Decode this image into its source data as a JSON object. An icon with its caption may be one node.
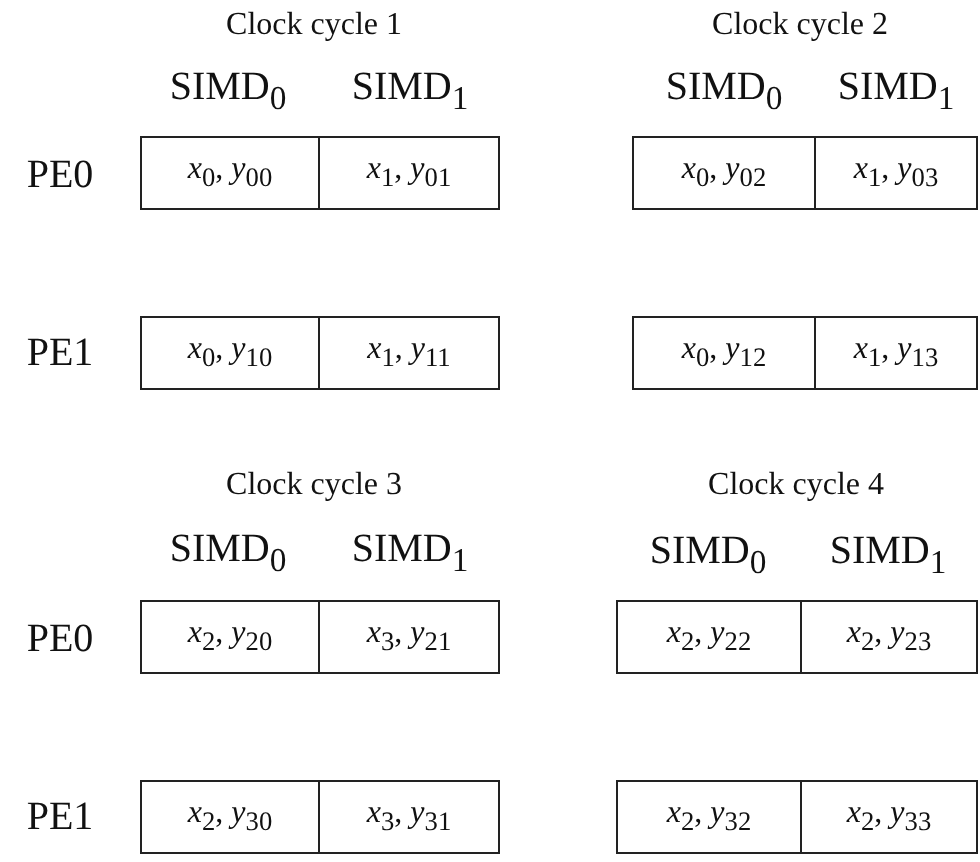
{
  "diagram": {
    "nodes": [
      {
        "text": [
          "*x*$_{0}$, *y*$_{00}$"
        ]
      },
      {
        "text": [
          "*x*$_{1}$, *y*$_{01}$"
        ]
      },
      {
        "text": [
          "*x*$_{0}$, *y*$_{02}$"
        ]
      },
      {
        "text": [
          "*x*$_{1}$, *y*$_{03}$"
        ]
      },
      {
        "text": [
          "*x*$_{0}$, *y*$_{10}$"
        ]
      },
      {
        "text": [
          "*x*$_{1}$, *y*$_{11}$"
        ]
      },
      {
        "text": [
          "*x*$_{0}$, *y*$_{12}$"
        ]
      },
      {
        "text": [
          "*x*$_{1}$, *y*$_{13}$"
        ]
      },
      {
        "text": [
          "*x*$_{2}$, *y*$_{20}$"
        ]
      },
      {
        "text": [
          "*x*$_{3}$, *y*$_{21}$"
        ]
      },
      {
        "text": [
          "*x*$_{2}$, *y*$_{22}$"
        ]
      },
      {
        "text": [
          "*x*$_{2}$, *y*$_{23}$"
        ]
      },
      {
        "text": [
          "*x*$_{2}$, *y*$_{30}$"
        ]
      },
      {
        "text": [
          "*x*$_{3}$, *y*$_{31}$"
        ]
      },
      {
        "text": [
          "*x*$_{2}$, *y*$_{32}$"
        ]
      },
      {
        "text": [
          "*x*$_{2}$, *y*$_{33}$"
        ]
      }
    ],
    "labels": [
      "Clock cycle 1",
      "Clock cycle 2",
      "SIMD$_{0}$",
      "SIMD$_{1}$",
      "SIMD$_{0}$",
      "SIMD$_{1}$",
      "PE0",
      "PE1",
      "Clock cycle 3",
      "Clock cycle 4",
      "SIMD$_{0}$",
      "SIMD$_{1}$",
      "SIMD$_{0}$",
      "SIMD$_{1}$",
      "PE0",
      "PE1"
    ]
  }
}
